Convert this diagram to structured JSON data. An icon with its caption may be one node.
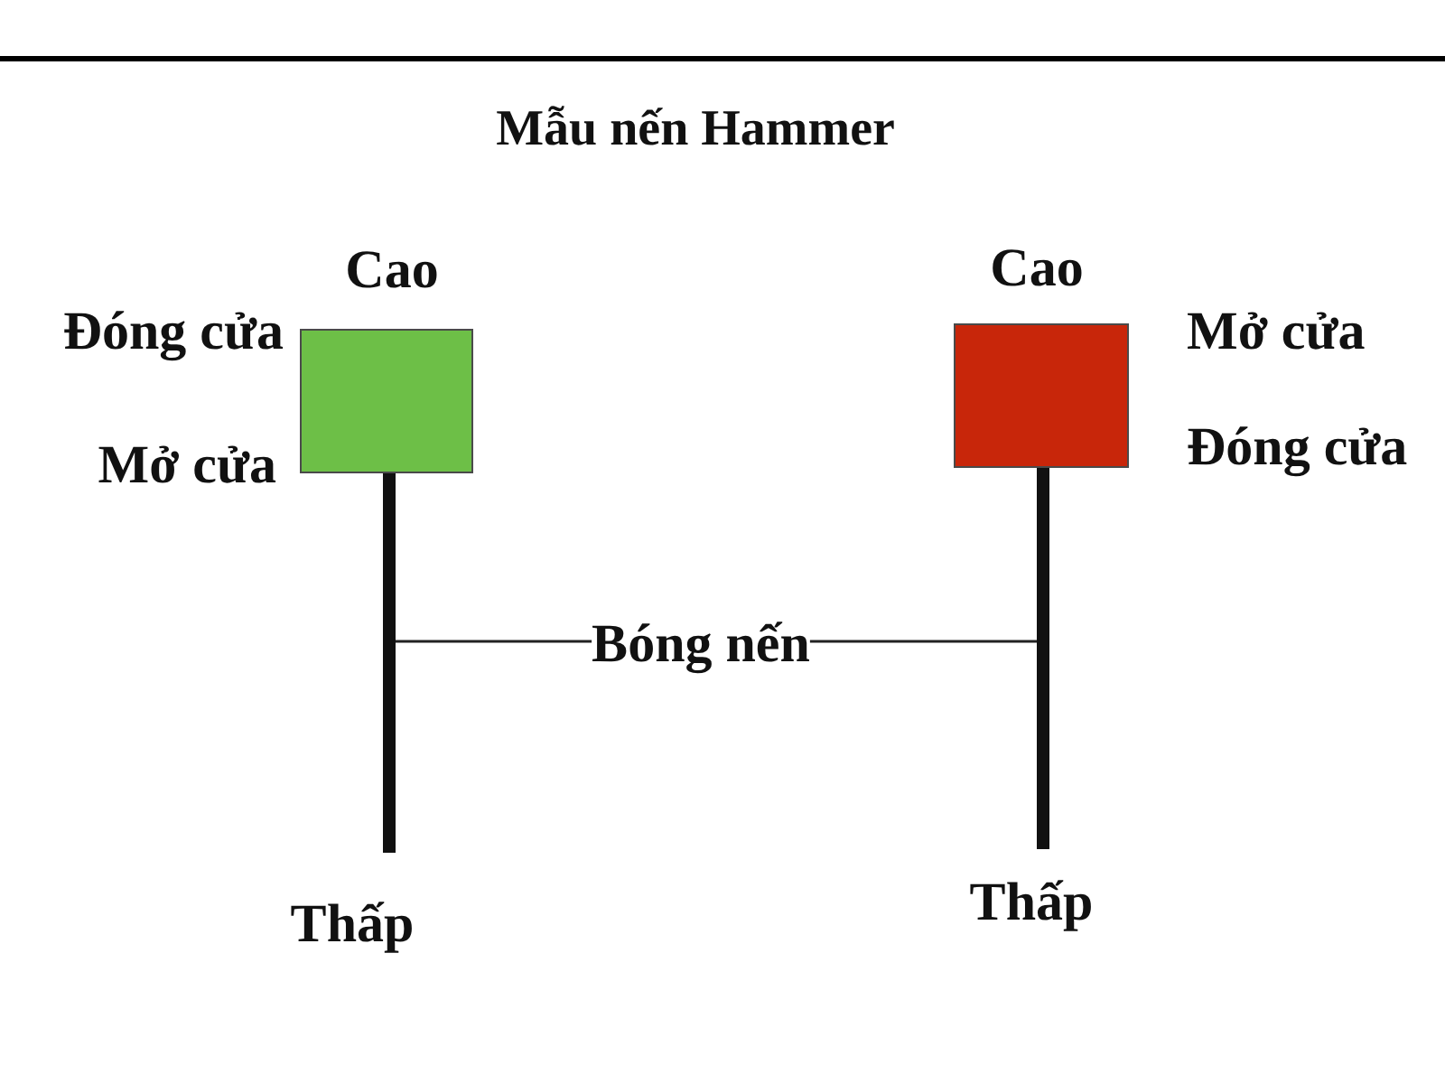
{
  "diagram": {
    "title": "Mẫu nến Hammer",
    "nodes": [
      {
        "text": [],
        "shape": "box",
        "beside": [
          "Cao",
          "Đóng cửa",
          "Mở cửa"
        ]
      },
      {
        "text": [],
        "shape": "bar",
        "beside": [
          "Thấp"
        ]
      },
      {
        "text": [
          "Bóng nến"
        ]
      },
      {
        "text": [],
        "shape": "box",
        "beside": [
          "Cao",
          "Mở cửa",
          "Đóng cửa"
        ]
      },
      {
        "text": [],
        "shape": "bar",
        "beside": [
          "Thấp"
        ]
      }
    ],
    "edges": [
      {
        "from": 2,
        "to": 1,
        "arrow": "none"
      },
      {
        "from": 2,
        "to": 4,
        "arrow": "none"
      }
    ]
  }
}
